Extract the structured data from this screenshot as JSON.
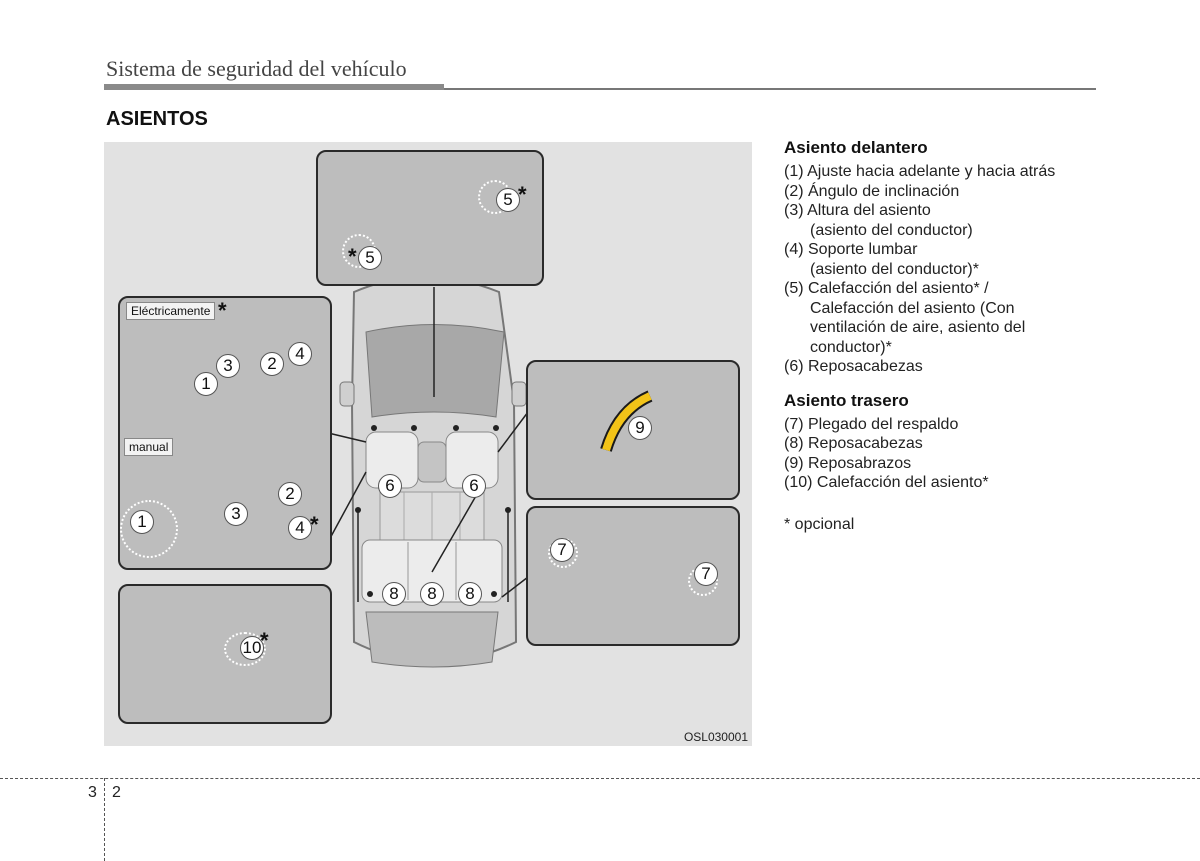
{
  "header": {
    "title": "Sistema de seguridad del vehículo"
  },
  "section": {
    "title": "ASIENTOS"
  },
  "figure": {
    "code": "OSL030001",
    "label_electric": "Eléctricamente",
    "label_manual": "manual",
    "callouts": {
      "c1": "1",
      "c2": "2",
      "c3": "3",
      "c4": "4",
      "c5": "5",
      "c6": "6",
      "c7": "7",
      "c8": "8",
      "c9": "9",
      "c10": "10"
    },
    "star": "*"
  },
  "front": {
    "heading": "Asiento delantero",
    "items": [
      {
        "line1": "(1) Ajuste hacia adelante y hacia atrás",
        "line2": "",
        "line3": "",
        "line4": ""
      },
      {
        "line1": "(2) Ángulo de inclinación",
        "line2": "",
        "line3": "",
        "line4": ""
      },
      {
        "line1": "(3) Altura del asiento",
        "line2": "(asiento del conductor)",
        "line3": "",
        "line4": ""
      },
      {
        "line1": "(4) Soporte lumbar",
        "line2": "(asiento del conductor)*",
        "line3": "",
        "line4": ""
      },
      {
        "line1": "(5) Calefacción del asiento* /",
        "line2": "Calefacción del asiento (Con",
        "line3": "ventilación de aire, asiento del",
        "line4": "conductor)*"
      },
      {
        "line1": "(6) Reposacabezas",
        "line2": "",
        "line3": "",
        "line4": ""
      }
    ]
  },
  "rear": {
    "heading": "Asiento trasero",
    "items": [
      "(7) Plegado del respaldo",
      "(8) Reposacabezas",
      "(9) Reposabrazos",
      "(10) Calefacción del asiento*"
    ]
  },
  "note": "* opcional",
  "footer": {
    "chapter": "3",
    "page": "2"
  }
}
